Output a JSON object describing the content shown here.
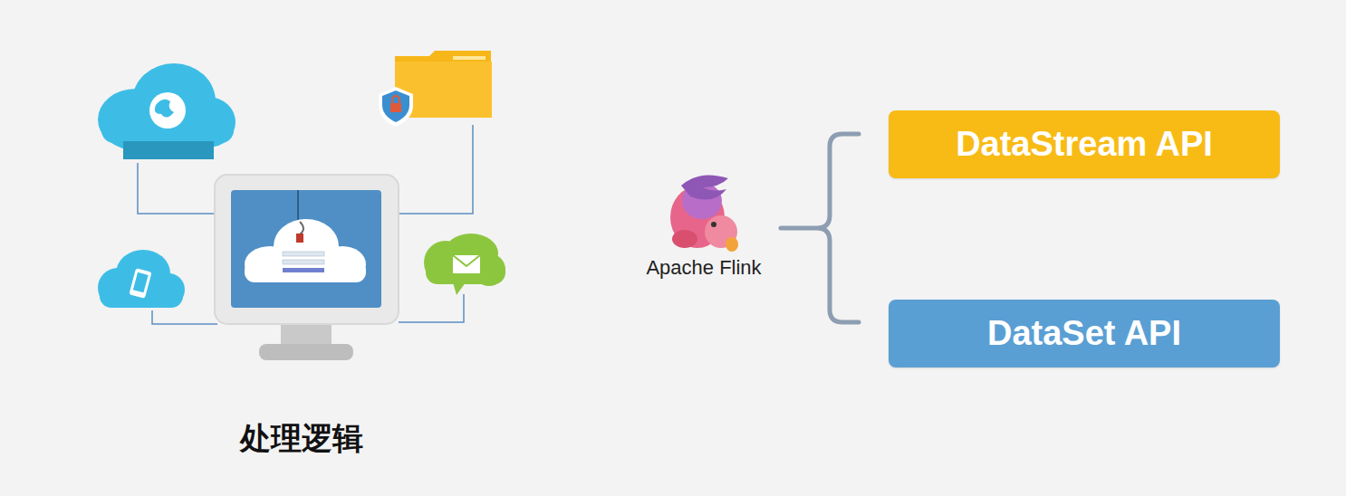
{
  "diagram": {
    "nodes": [
      {
        "text": [
          "DataStream API"
        ]
      },
      {
        "text": [
          "DataSet API"
        ]
      }
    ],
    "labels": [
      "处理逻辑",
      "Apache Flink"
    ]
  }
}
